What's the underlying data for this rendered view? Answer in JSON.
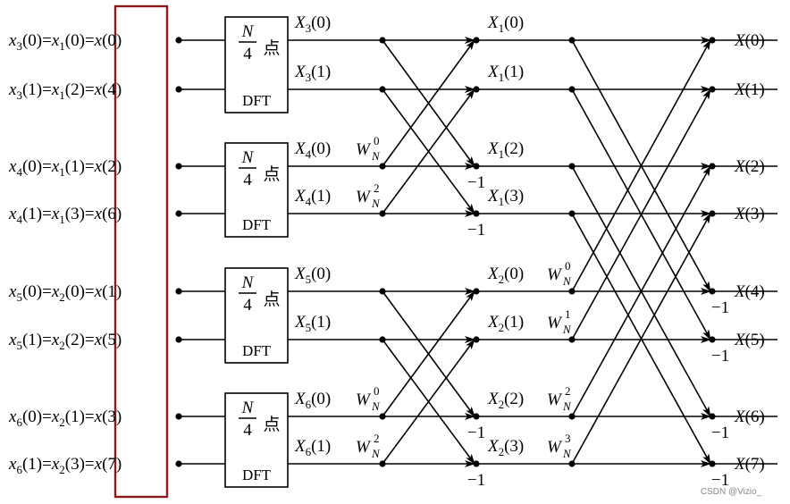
{
  "inputs": [
    {
      "a": "x",
      "a_sub": "3",
      "a_arg": "(0)",
      "b": "x",
      "b_sub": "1",
      "b_arg": "(0)",
      "c": "x",
      "c_arg": "(0)"
    },
    {
      "a": "x",
      "a_sub": "3",
      "a_arg": "(1)",
      "b": "x",
      "b_sub": "1",
      "b_arg": "(2)",
      "c": "x",
      "c_arg": "(4)"
    },
    {
      "a": "x",
      "a_sub": "4",
      "a_arg": "(0)",
      "b": "x",
      "b_sub": "1",
      "b_arg": "(1)",
      "c": "x",
      "c_arg": "(2)"
    },
    {
      "a": "x",
      "a_sub": "4",
      "a_arg": "(1)",
      "b": "x",
      "b_sub": "1",
      "b_arg": "(3)",
      "c": "x",
      "c_arg": "(6)"
    },
    {
      "a": "x",
      "a_sub": "5",
      "a_arg": "(0)",
      "b": "x",
      "b_sub": "2",
      "b_arg": "(0)",
      "c": "x",
      "c_arg": "(1)"
    },
    {
      "a": "x",
      "a_sub": "5",
      "a_arg": "(1)",
      "b": "x",
      "b_sub": "2",
      "b_arg": "(2)",
      "c": "x",
      "c_arg": "(5)"
    },
    {
      "a": "x",
      "a_sub": "6",
      "a_arg": "(0)",
      "b": "x",
      "b_sub": "2",
      "b_arg": "(1)",
      "c": "x",
      "c_arg": "(3)"
    },
    {
      "a": "x",
      "a_sub": "6",
      "a_arg": "(1)",
      "b": "x",
      "b_sub": "2",
      "b_arg": "(3)",
      "c": "x",
      "c_arg": "(7)"
    }
  ],
  "eq": "=",
  "block": {
    "num": "N",
    "den": "4",
    "dian": "点",
    "dft": "DFT"
  },
  "stage1_labels": [
    {
      "v": "X",
      "s": "3",
      "a": "(0)"
    },
    {
      "v": "X",
      "s": "3",
      "a": "(1)"
    },
    {
      "v": "X",
      "s": "4",
      "a": "(0)"
    },
    {
      "v": "X",
      "s": "4",
      "a": "(1)"
    },
    {
      "v": "X",
      "s": "5",
      "a": "(0)"
    },
    {
      "v": "X",
      "s": "5",
      "a": "(1)"
    },
    {
      "v": "X",
      "s": "6",
      "a": "(0)"
    },
    {
      "v": "X",
      "s": "6",
      "a": "(1)"
    }
  ],
  "stage1_twiddles": [
    {
      "v": "W",
      "s": "N",
      "p": "0"
    },
    {
      "v": "W",
      "s": "N",
      "p": "2"
    },
    {
      "v": "W",
      "s": "N",
      "p": "0"
    },
    {
      "v": "W",
      "s": "N",
      "p": "2"
    }
  ],
  "stage2_labels": [
    {
      "v": "X",
      "s": "1",
      "a": "(0)"
    },
    {
      "v": "X",
      "s": "1",
      "a": "(1)"
    },
    {
      "v": "X",
      "s": "1",
      "a": "(2)"
    },
    {
      "v": "X",
      "s": "1",
      "a": "(3)"
    },
    {
      "v": "X",
      "s": "2",
      "a": "(0)"
    },
    {
      "v": "X",
      "s": "2",
      "a": "(1)"
    },
    {
      "v": "X",
      "s": "2",
      "a": "(2)"
    },
    {
      "v": "X",
      "s": "2",
      "a": "(3)"
    }
  ],
  "stage2_twiddles": [
    {
      "v": "W",
      "s": "N",
      "p": "0"
    },
    {
      "v": "W",
      "s": "N",
      "p": "1"
    },
    {
      "v": "W",
      "s": "N",
      "p": "2"
    },
    {
      "v": "W",
      "s": "N",
      "p": "3"
    }
  ],
  "outputs": [
    {
      "v": "X",
      "a": "(0)"
    },
    {
      "v": "X",
      "a": "(1)"
    },
    {
      "v": "X",
      "a": "(2)"
    },
    {
      "v": "X",
      "a": "(3)"
    },
    {
      "v": "X",
      "a": "(4)"
    },
    {
      "v": "X",
      "a": "(5)"
    },
    {
      "v": "X",
      "a": "(6)"
    },
    {
      "v": "X",
      "a": "(7)"
    }
  ],
  "minus_one": "−1",
  "watermark": "CSDN @Vizio_"
}
